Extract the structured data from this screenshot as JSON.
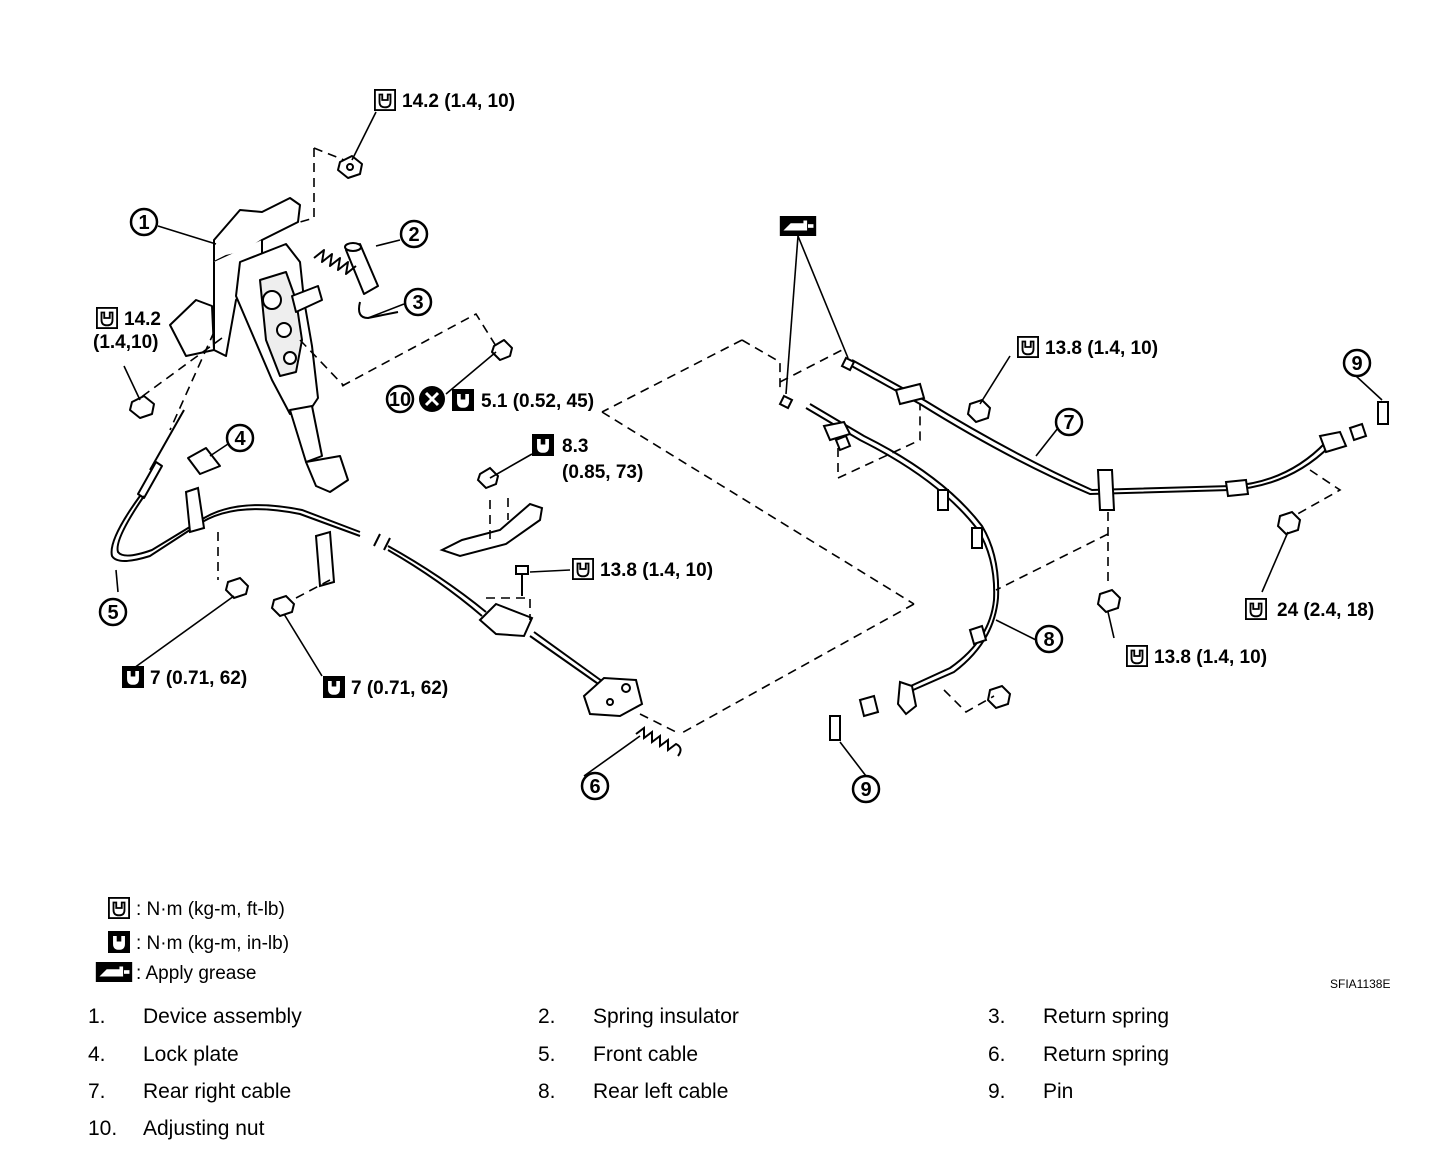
{
  "torques": {
    "t1": "14.2 (1.4, 10)",
    "t2a": "14.2",
    "t2b": "(1.4,10)",
    "t3": "5.1 (0.52, 45)",
    "t4a": "8.3",
    "t4b": "(0.85, 73)",
    "t5": "13.8 (1.4, 10)",
    "t6": "7 (0.71, 62)",
    "t7": "7 (0.71, 62)",
    "t8": "13.8 (1.4, 10)",
    "t9": "24 (2.4, 18)",
    "t10": "13.8 (1.4, 10)"
  },
  "callouts": [
    "1",
    "2",
    "3",
    "4",
    "5",
    "6",
    "7",
    "8",
    "9",
    "9",
    "10"
  ],
  "legend": {
    "ftlb": ": N·m (kg-m, ft-lb)",
    "inlb": ": N·m (kg-m, in-lb)",
    "grease": ": Apply grease"
  },
  "figure_code": "SFIA1138E",
  "parts": [
    {
      "no": "1.",
      "name": "Device assembly"
    },
    {
      "no": "2.",
      "name": "Spring insulator"
    },
    {
      "no": "3.",
      "name": "Return spring"
    },
    {
      "no": "4.",
      "name": "Lock plate"
    },
    {
      "no": "5.",
      "name": "Front cable"
    },
    {
      "no": "6.",
      "name": "Return spring"
    },
    {
      "no": "7.",
      "name": "Rear right cable"
    },
    {
      "no": "8.",
      "name": "Rear left cable"
    },
    {
      "no": "9.",
      "name": "Pin"
    },
    {
      "no": "10.",
      "name": "Adjusting nut"
    }
  ],
  "colors": {
    "ink": "#000000",
    "paper": "#ffffff"
  },
  "icons": {
    "torque_ftlb": "torque-wrench-outline-icon",
    "torque_inlb": "torque-wrench-filled-icon",
    "grease": "grease-gun-icon",
    "no_reuse": "do-not-reuse-icon"
  }
}
